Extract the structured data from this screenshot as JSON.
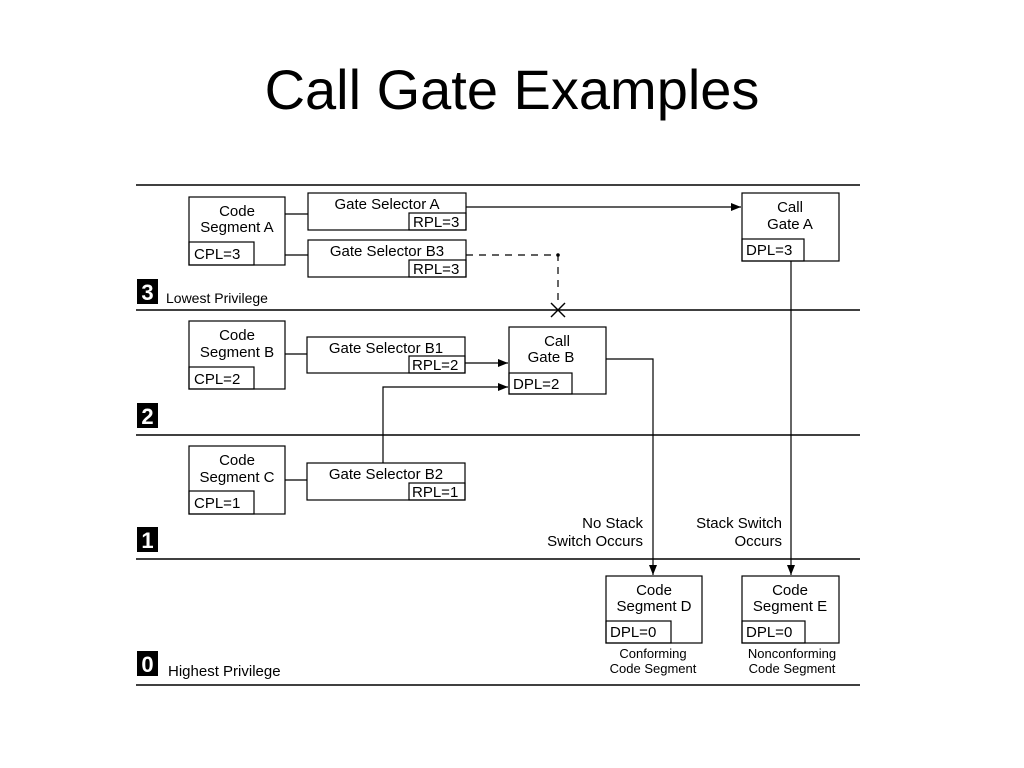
{
  "slide": {
    "title": "Call Gate Examples"
  },
  "levels": [
    {
      "number": "3",
      "label": "Lowest Privilege"
    },
    {
      "number": "2",
      "label": ""
    },
    {
      "number": "1",
      "label": ""
    },
    {
      "number": "0",
      "label": "Highest Privilege"
    }
  ],
  "code_segments": {
    "a": {
      "line1": "Code",
      "line2": "Segment A",
      "field": "CPL=3"
    },
    "b": {
      "line1": "Code",
      "line2": "Segment B",
      "field": "CPL=2"
    },
    "c": {
      "line1": "Code",
      "line2": "Segment C",
      "field": "CPL=1"
    },
    "d": {
      "line1": "Code",
      "line2": "Segment D",
      "field": "DPL=0",
      "caption1": "Conforming",
      "caption2": "Code Segment"
    },
    "e": {
      "line1": "Code",
      "line2": "Segment E",
      "field": "DPL=0",
      "caption1": "Nonconforming",
      "caption2": "Code Segment"
    }
  },
  "gate_selectors": {
    "a": {
      "label": "Gate Selector A",
      "rpl": "RPL=3"
    },
    "b3": {
      "label": "Gate Selector B3",
      "rpl": "RPL=3"
    },
    "b1": {
      "label": "Gate Selector B1",
      "rpl": "RPL=2"
    },
    "b2": {
      "label": "Gate Selector B2",
      "rpl": "RPL=1"
    }
  },
  "call_gates": {
    "a": {
      "line1": "Call",
      "line2": "Gate A",
      "dpl": "DPL=3"
    },
    "b": {
      "line1": "Call",
      "line2": "Gate B",
      "dpl": "DPL=2"
    }
  },
  "annotations": {
    "no_stack_1": "No Stack",
    "no_stack_2": "Switch Occurs",
    "stack_switch_1": "Stack Switch",
    "stack_switch_2": "Occurs"
  }
}
